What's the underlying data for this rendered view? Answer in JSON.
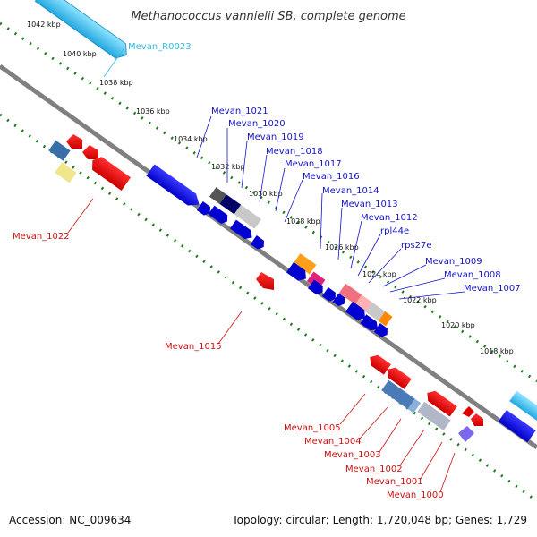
{
  "title": "Methanococcus vannielii SB, complete genome",
  "footer": {
    "accession": "Accession: NC_009634",
    "summary": "Topology: circular; Length: 1,720,048 bp; Genes: 1,729"
  },
  "kbp_ticks": [
    "1042 kbp",
    "1040 kbp",
    "1038 kbp",
    "1036 kbp",
    "1034 kbp",
    "1032 kbp",
    "1030 kbp",
    "1028 kbp",
    "1026 kbp",
    "1024 kbp",
    "1022 kbp",
    "1020 kbp",
    "1018 kbp"
  ],
  "gene_labels": {
    "r0023": "Mevan_R0023",
    "g1021": "Mevan_1021",
    "g1020": "Mevan_1020",
    "g1019": "Mevan_1019",
    "g1018": "Mevan_1018",
    "g1017": "Mevan_1017",
    "g1016": "Mevan_1016",
    "g1014": "Mevan_1014",
    "g1013": "Mevan_1013",
    "g1012": "Mevan_1012",
    "rpl44e": "rpl44e",
    "rps27e": "rps27e",
    "g1009": "Mevan_1009",
    "g1008": "Mevan_1008",
    "g1007": "Mevan_1007",
    "g1022": "Mevan_1022",
    "g1015": "Mevan_1015",
    "g1005": "Mevan_1005",
    "g1004": "Mevan_1004",
    "g1003": "Mevan_1003",
    "g1002": "Mevan_1002",
    "g1001": "Mevan_1001",
    "g1000": "Mevan_1000"
  },
  "colors": {
    "backbone": "#808080",
    "forward_label": "#1414c8",
    "reverse_label": "#cc1111",
    "rna_label": "#33bbdd",
    "tick_dots": "#1f7a1f"
  }
}
